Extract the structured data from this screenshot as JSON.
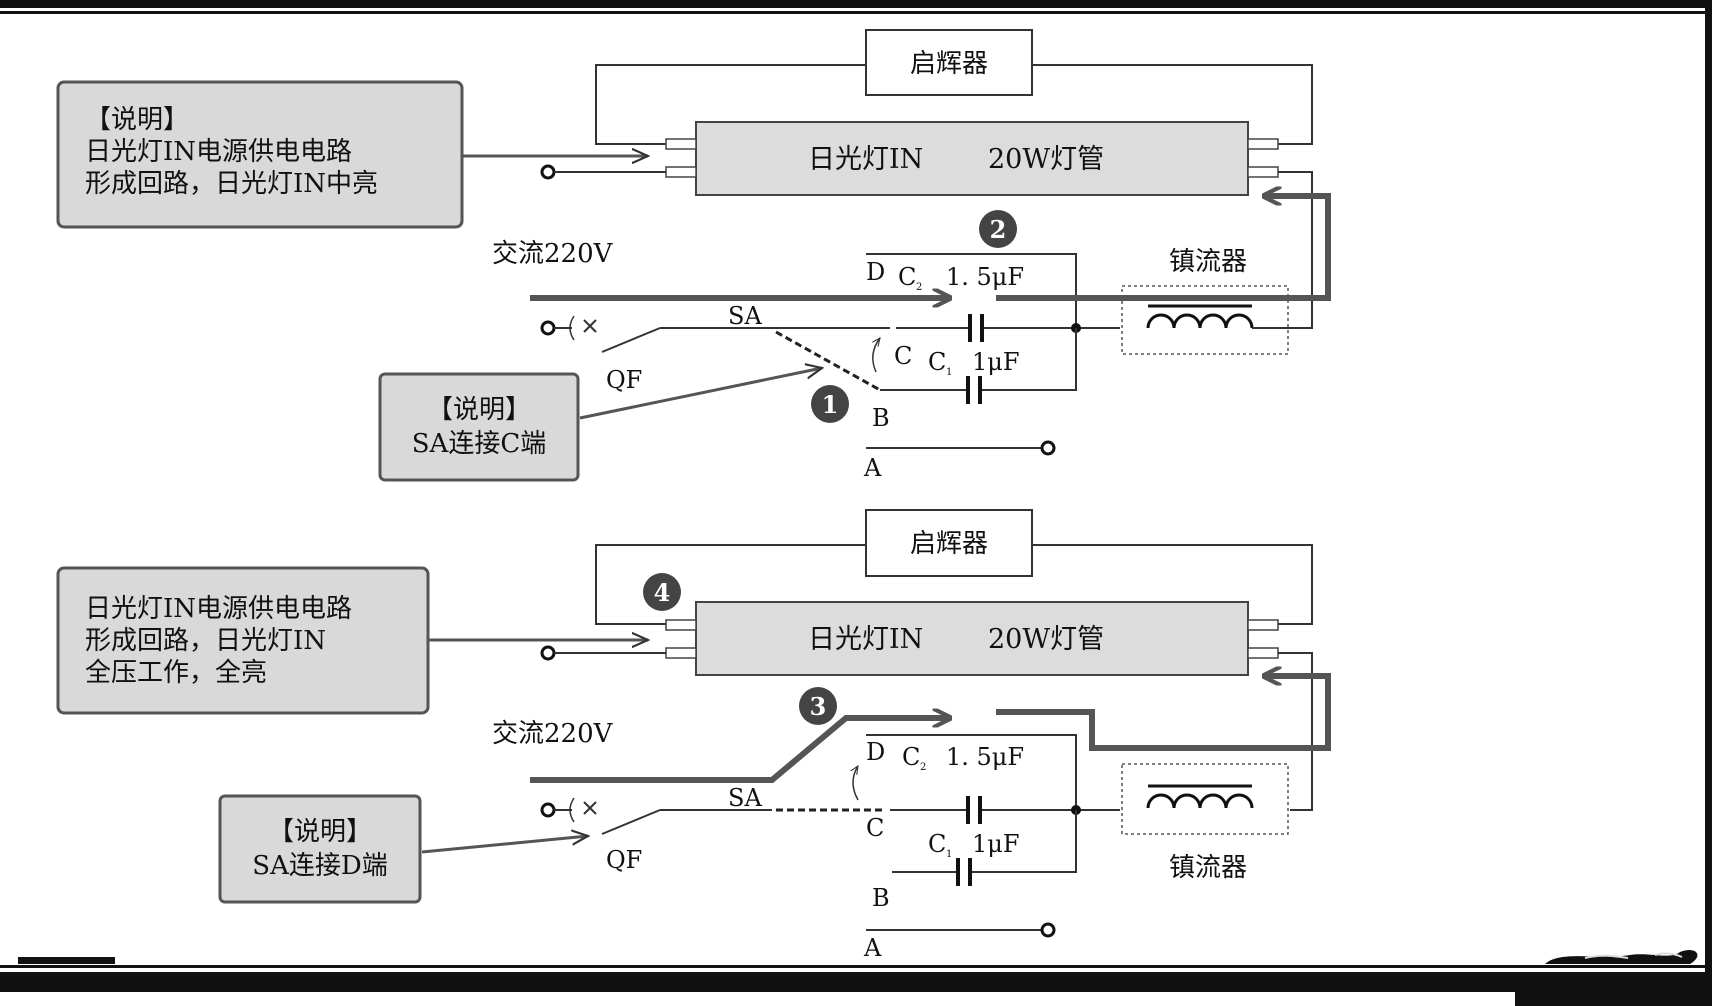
{
  "top": {
    "note": {
      "header": "【说明】",
      "line1": "日光灯IN电源供电电路",
      "line2": "形成回路，日光灯IN中亮"
    },
    "starter": "启辉器",
    "tube": {
      "name": "日光灯IN",
      "spec": "20W灯管"
    },
    "ac": "交流220V",
    "cap_c2": {
      "name": "C",
      "sub": "2",
      "value": "1. 5μF"
    },
    "cap_c1": {
      "name": "C",
      "sub": "1",
      "value": "1μF"
    },
    "ballast": "镇流器",
    "sa": "SA",
    "qf": "QF",
    "terminals": {
      "a": "A",
      "b": "B",
      "c": "C",
      "d": "D"
    },
    "badge1": "1",
    "badge2": "2",
    "note2": {
      "header": "【说明】",
      "line1": "SA连接C端"
    }
  },
  "bottom": {
    "note": {
      "line1": "日光灯IN电源供电电路",
      "line2": "形成回路，日光灯IN",
      "line3": "全压工作，全亮"
    },
    "starter": "启辉器",
    "tube": {
      "name": "日光灯IN",
      "spec": "20W灯管"
    },
    "ac": "交流220V",
    "cap_c2": {
      "name": "C",
      "sub": "2",
      "value": "1. 5μF"
    },
    "cap_c1": {
      "name": "C",
      "sub": "1",
      "value": "1μF"
    },
    "ballast": "镇流器",
    "sa": "SA",
    "qf": "QF",
    "terminals": {
      "a": "A",
      "b": "B",
      "c": "C",
      "d": "D"
    },
    "badge3": "3",
    "badge4": "4",
    "note2": {
      "header": "【说明】",
      "line1": "SA连接D端"
    }
  }
}
